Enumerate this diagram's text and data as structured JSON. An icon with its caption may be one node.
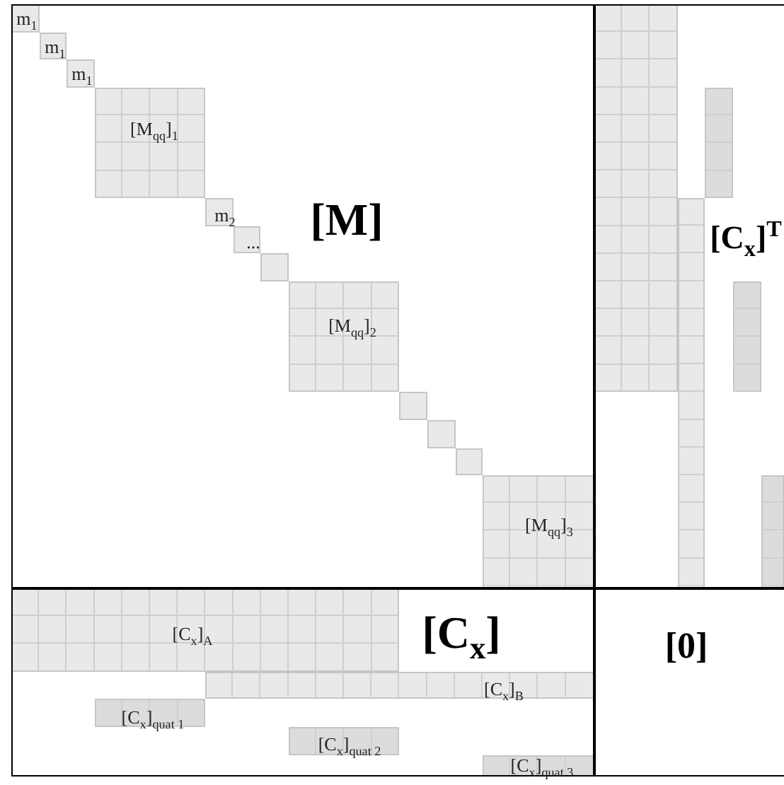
{
  "diagram": {
    "nodes": [
      {
        "text": [
          "[M]"
        ]
      },
      {
        "text": [
          "m$_{1}$"
        ],
        "in": 0
      },
      {
        "text": [
          "m$_{1}$"
        ],
        "in": 0
      },
      {
        "text": [
          "m$_{1}$"
        ],
        "in": 0
      },
      {
        "text": [
          "[M$_{qq}$]$_{1}$"
        ],
        "in": 0
      },
      {
        "text": [
          "m$_{2}$"
        ],
        "in": 0
      },
      {
        "text": [
          "..."
        ],
        "in": 0
      },
      {
        "text": [],
        "shape": "box",
        "in": 0
      },
      {
        "text": [
          "[M$_{qq}$]$_{2}$"
        ],
        "in": 0
      },
      {
        "text": [],
        "shape": "box",
        "in": 0
      },
      {
        "text": [],
        "shape": "box",
        "in": 0
      },
      {
        "text": [],
        "shape": "box",
        "in": 0
      },
      {
        "text": [
          "[M$_{qq}$]$_{3}$"
        ],
        "in": 0
      },
      {
        "text": [
          "[C$_{x}$]$^{T}$"
        ]
      },
      {
        "text": [],
        "shape": "box",
        "in": 13
      },
      {
        "text": [],
        "shape": "box",
        "in": 13
      },
      {
        "text": [],
        "shape": "box",
        "in": 13
      },
      {
        "text": [],
        "shape": "box",
        "in": 13
      },
      {
        "text": [],
        "shape": "box",
        "in": 13
      },
      {
        "text": [
          "[C$_{x}$]"
        ]
      },
      {
        "text": [
          "[C$_{x}$]$_{A}$"
        ],
        "in": 19
      },
      {
        "text": [
          "[C$_{x}$]$_{B}$"
        ],
        "in": 19
      },
      {
        "text": [
          "[C$_{x}$]$_{quat 1}$"
        ],
        "in": 19
      },
      {
        "text": [
          "[C$_{x}$]$_{quat 2}$"
        ],
        "in": 19
      },
      {
        "text": [
          "[C$_{x}$]$_{quat 3}$"
        ],
        "in": 19
      },
      {
        "text": [
          "[0]"
        ]
      }
    ]
  }
}
